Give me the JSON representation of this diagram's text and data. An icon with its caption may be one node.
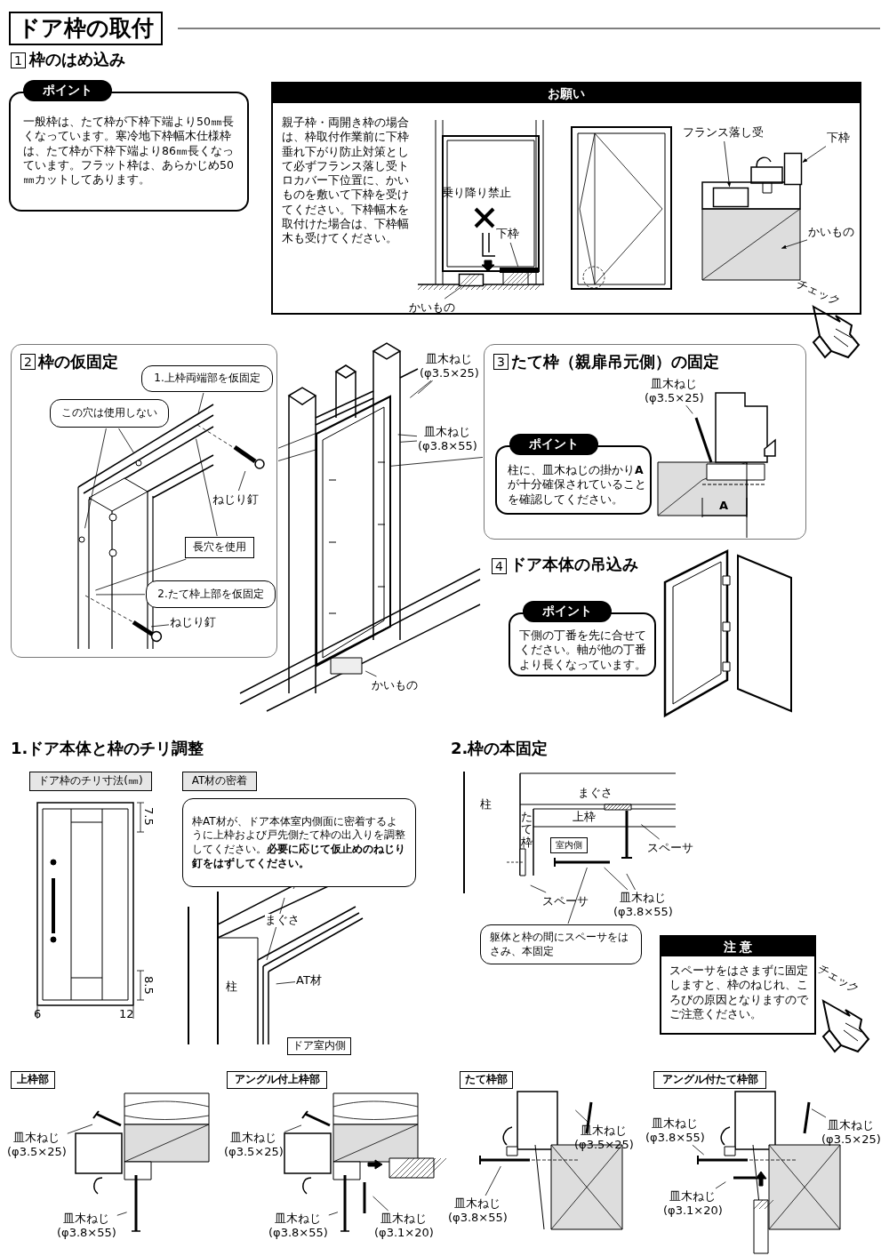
{
  "diagram": {
    "title": "ドア枠の取付",
    "nodes": [
      {
        "text": [
          "ポイント",
          "一般枠は、たて枠が下枠下端より50㎜長くなっています。寒冷地下枠幅木仕様枠は、たて枠が下枠下端より86㎜長くなっています。フラット枠は、あらかじめ50㎜カットしてあります。"
        ]
      },
      {
        "text": [
          "お願い",
          "親子枠・両開き枠の場合は、枠取付作業前に下枠垂れ下がり防止対策として必ずフランス落し受トロカバー下位置に、かいものを敷いて下枠を受けてください。下枠幅木を取付けた場合は、下枠幅木も受けてください。"
        ]
      },
      {
        "text": [
          "下枠"
        ],
        "in": 1
      },
      {
        "text": [
          "かいもの"
        ],
        "in": 1
      },
      {
        "text": [
          "フランス落し受"
        ],
        "in": 1
      },
      {
        "text": [
          "下枠"
        ],
        "in": 1
      },
      {
        "text": [
          "かいもの"
        ],
        "in": 1
      },
      {
        "text": [
          "2",
          "枠の仮固定"
        ]
      },
      {
        "text": [
          "1.上枠両端部を仮固定"
        ],
        "in": 7
      },
      {
        "text": [
          "この穴は使用しない"
        ],
        "in": 7
      },
      {
        "text": [
          "長穴を使用"
        ],
        "in": 7
      },
      {
        "text": [
          "2.たて枠上部を仮固定"
        ],
        "in": 7
      },
      {
        "text": [
          "ねじり釘"
        ],
        "in": 7
      },
      {
        "text": [
          "ねじり釘"
        ],
        "in": 7
      },
      {
        "text": [
          "皿木ねじ (φ3.5×25)"
        ]
      },
      {
        "text": [
          "皿木ねじ (φ3.8×55)"
        ]
      },
      {
        "text": [
          "かいもの"
        ]
      },
      {
        "text": [
          "3",
          "たて枠（親扉吊元側）の固定"
        ]
      },
      {
        "text": [
          "皿木ねじ (φ3.5×25)"
        ],
        "in": 17
      },
      {
        "text": [
          "ポイント",
          "柱に、皿木ねじの掛かり**A**が十分確保されていることを確認してください。"
        ],
        "in": 17
      },
      {
        "text": [
          "ポイント",
          "下側の丁番を先に合せてください。軸が他の丁番より長くなっています。"
        ]
      },
      {
        "text": [
          "ドア枠のチリ寸法(㎜)"
        ]
      },
      {
        "text": [
          "AT材の密着"
        ]
      },
      {
        "text": [
          "枠AT材が、ドア本体室内側面に密着するように上枠および戸先側たて枠の出入りを調整してください。**必要に応じて仮止めのねじり釘をはずしてください。**"
        ]
      },
      {
        "text": [
          "AT材"
        ]
      },
      {
        "text": [
          "ドア室内側"
        ]
      },
      {
        "text": [
          "室内側"
        ]
      },
      {
        "text": [
          "スペーサ"
        ]
      },
      {
        "text": [
          "スペーサ"
        ]
      },
      {
        "text": [
          "皿木ねじ (φ3.8×55)"
        ]
      },
      {
        "text": [
          "躯体と枠の間にスペーサをはさみ、本固定"
        ]
      },
      {
        "text": [
          "注 意",
          "スペーサをはさまずに固定しますと、枠のねじれ、ころびの原因となりますのでご注意ください。"
        ]
      },
      {
        "text": [
          "上枠部"
        ]
      },
      {
        "text": [
          "皿木ねじ (φ3.5×25)"
        ]
      },
      {
        "text": [
          "皿木ねじ (φ3.8×55)"
        ]
      },
      {
        "text": [
          "アングル付上枠部"
        ]
      },
      {
        "text": [
          "皿木ねじ (φ3.5×25)"
        ]
      },
      {
        "text": [
          "皿木ねじ (φ3.8×55)"
        ]
      },
      {
        "text": [
          "皿木ねじ (φ3.1×20)"
        ]
      },
      {
        "text": [
          "たて枠部"
        ]
      },
      {
        "text": [
          "皿木ねじ (φ3.5×25)"
        ]
      },
      {
        "text": [
          "皿木ねじ (φ3.8×55)"
        ]
      },
      {
        "text": [
          "アングル付たて枠部"
        ]
      },
      {
        "text": [
          "皿木ねじ (φ3.8×55)"
        ]
      },
      {
        "text": [
          "皿木ねじ (φ3.5×25)"
        ]
      },
      {
        "text": [
          "皿木ねじ (φ3.1×20)"
        ]
      },
      {
        "text": [],
        "shape": "bar",
        "in": 1
      },
      {
        "text": [],
        "shape": "box",
        "in": 1
      },
      {
        "text": [],
        "shape": "box",
        "in": 1
      },
      {
        "text": [],
        "shape": "screw",
        "in": 7
      },
      {
        "text": [],
        "shape": "frame"
      },
      {
        "text": [],
        "shape": "screw"
      },
      {
        "text": [],
        "shape": "screw"
      },
      {
        "text": [],
        "shape": "screw"
      },
      {
        "text": [],
        "shape": "screw"
      },
      {
        "text": [],
        "shape": "screw"
      },
      {
        "text": [],
        "shape": "box",
        "in": 1
      }
    ],
    "edges": [
      {
        "from": 2,
        "to": 46,
        "arrow": "none"
      },
      {
        "from": 3,
        "to": 47,
        "arrow": "none"
      },
      {
        "from": 4,
        "to": 56,
        "arrow": "to"
      },
      {
        "from": 5,
        "to": 48,
        "arrow": "to"
      },
      {
        "from": 6,
        "to": null,
        "arrow": "to"
      },
      {
        "from": 8,
        "to": null,
        "arrow": "none"
      },
      {
        "from": 9,
        "to": null,
        "arrow": "none"
      },
      {
        "from": 9,
        "to": null,
        "arrow": "none"
      },
      {
        "from": 10,
        "to": null,
        "arrow": "none"
      },
      {
        "from": 10,
        "to": null,
        "arrow": "none"
      },
      {
        "from": 11,
        "to": null,
        "arrow": "none"
      },
      {
        "from": 12,
        "to": 49,
        "arrow": "none"
      },
      {
        "from": 13,
        "to": null,
        "arrow": "none"
      },
      {
        "from": 14,
        "to": null,
        "arrow": "none"
      },
      {
        "from": 14,
        "to": null,
        "arrow": "none"
      },
      {
        "from": 15,
        "to": null,
        "arrow": "none"
      },
      {
        "from": 15,
        "to": null,
        "arrow": "none"
      },
      {
        "from": 16,
        "to": null,
        "arrow": "none"
      },
      {
        "from": 18,
        "to": null,
        "arrow": "none"
      },
      {
        "from": 24,
        "to": null,
        "arrow": "none"
      },
      {
        "from": 27,
        "to": null,
        "arrow": "none"
      },
      {
        "from": 28,
        "to": null,
        "arrow": "none"
      },
      {
        "from": 29,
        "to": 51,
        "arrow": "none"
      },
      {
        "from": 29,
        "to": null,
        "arrow": "none"
      },
      {
        "from": 30,
        "to": 51,
        "arrow": "none"
      },
      {
        "from": 33,
        "to": 52,
        "arrow": "none"
      },
      {
        "from": 34,
        "to": null,
        "arrow": "none"
      },
      {
        "from": 36,
        "to": 53,
        "arrow": "none"
      },
      {
        "from": 37,
        "to": null,
        "arrow": "none"
      },
      {
        "from": 38,
        "to": null,
        "arrow": "none"
      },
      {
        "from": 40,
        "to": null,
        "arrow": "none"
      },
      {
        "from": 41,
        "to": 54,
        "arrow": "none"
      },
      {
        "from": 43,
        "to": 55,
        "arrow": "none"
      },
      {
        "from": 44,
        "to": null,
        "arrow": "none"
      },
      {
        "from": 45,
        "to": null,
        "arrow": "none"
      },
      {
        "from": 7,
        "to": 50,
        "arrow": "none"
      },
      {
        "from": 7,
        "to": 50,
        "arrow": "none"
      },
      {
        "from": 17,
        "to": 50,
        "arrow": "none"
      }
    ],
    "labels": [
      "1",
      "枠のはめ込み",
      "乗り降り禁止",
      "チェック",
      "4",
      "ドア本体の吊込み",
      "A",
      "1.ドア本体と枠のチリ調整",
      "7.5",
      "8.5",
      "6",
      "12",
      "まぐさ",
      "柱",
      "2.枠の本固定",
      "柱",
      "まぐさ",
      "上枠",
      "たて枠",
      "チェック"
    ]
  }
}
